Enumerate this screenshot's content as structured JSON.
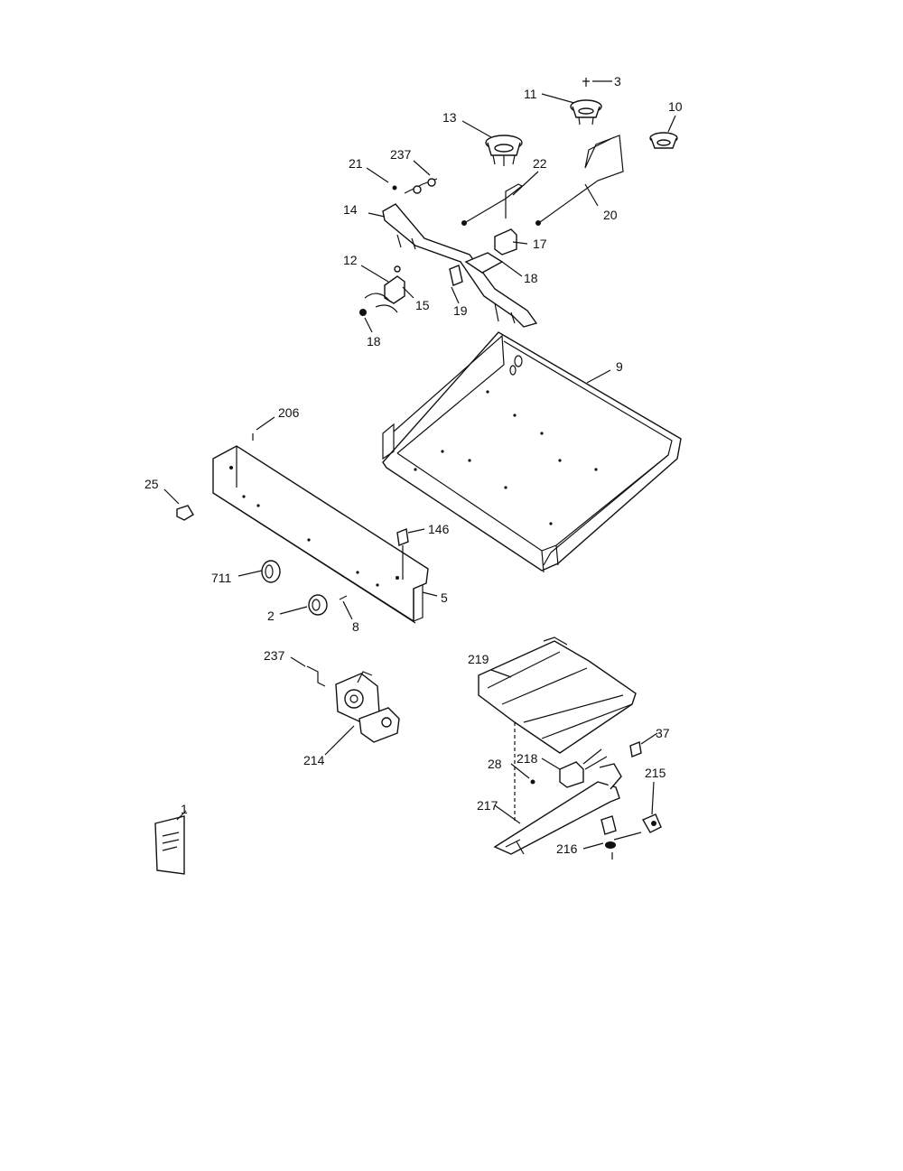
{
  "callouts": [
    {
      "id": "c3",
      "label": "3"
    },
    {
      "id": "c11",
      "label": "11"
    },
    {
      "id": "c10",
      "label": "10"
    },
    {
      "id": "c13",
      "label": "13"
    },
    {
      "id": "c237a",
      "label": "237"
    },
    {
      "id": "c21",
      "label": "21"
    },
    {
      "id": "c22",
      "label": "22"
    },
    {
      "id": "c14",
      "label": "14"
    },
    {
      "id": "c20",
      "label": "20"
    },
    {
      "id": "c17",
      "label": "17"
    },
    {
      "id": "c12",
      "label": "12"
    },
    {
      "id": "c18a",
      "label": "18"
    },
    {
      "id": "c15",
      "label": "15"
    },
    {
      "id": "c19",
      "label": "19"
    },
    {
      "id": "c18b",
      "label": "18"
    },
    {
      "id": "c9",
      "label": "9"
    },
    {
      "id": "c206",
      "label": "206"
    },
    {
      "id": "c25",
      "label": "25"
    },
    {
      "id": "c146",
      "label": "146"
    },
    {
      "id": "c711",
      "label": "711"
    },
    {
      "id": "c5",
      "label": "5"
    },
    {
      "id": "c2",
      "label": "2"
    },
    {
      "id": "c8",
      "label": "8"
    },
    {
      "id": "c237b",
      "label": "237"
    },
    {
      "id": "c214",
      "label": "214"
    },
    {
      "id": "c219",
      "label": "219"
    },
    {
      "id": "c37",
      "label": "37"
    },
    {
      "id": "c218",
      "label": "218"
    },
    {
      "id": "c28",
      "label": "28"
    },
    {
      "id": "c215",
      "label": "215"
    },
    {
      "id": "c217",
      "label": "217"
    },
    {
      "id": "c216",
      "label": "216"
    },
    {
      "id": "c1",
      "label": "1"
    }
  ]
}
